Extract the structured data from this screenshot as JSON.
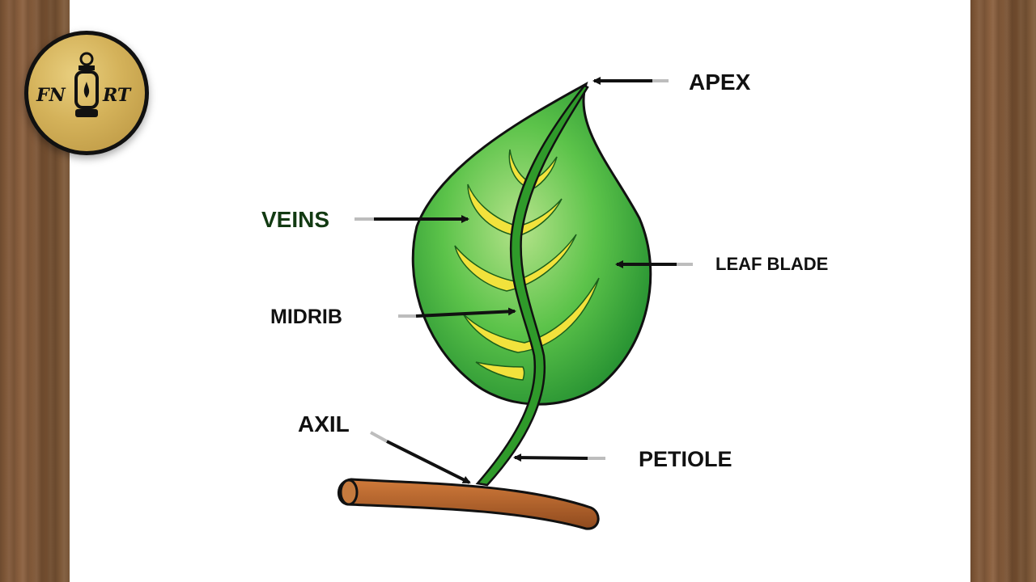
{
  "logo": {
    "left_text": "FN",
    "right_text": "RT",
    "icon": "lantern-icon"
  },
  "labels": {
    "apex": "APEX",
    "veins": "VEINS",
    "leaf_blade": "LEAF BLADE",
    "midrib": "MIDRIB",
    "axil": "AXIL",
    "petiole": "PETIOLE"
  },
  "colors": {
    "leaf_light": "#b5e38a",
    "leaf_mid": "#5cc34a",
    "leaf_dark": "#1e8a2e",
    "vein": "#f2e23c",
    "stem": "#2f9a2a",
    "branch": "#b8622a",
    "outline": "#111111",
    "wood": "#7a5334",
    "logo_gold": "#d4b25a"
  }
}
